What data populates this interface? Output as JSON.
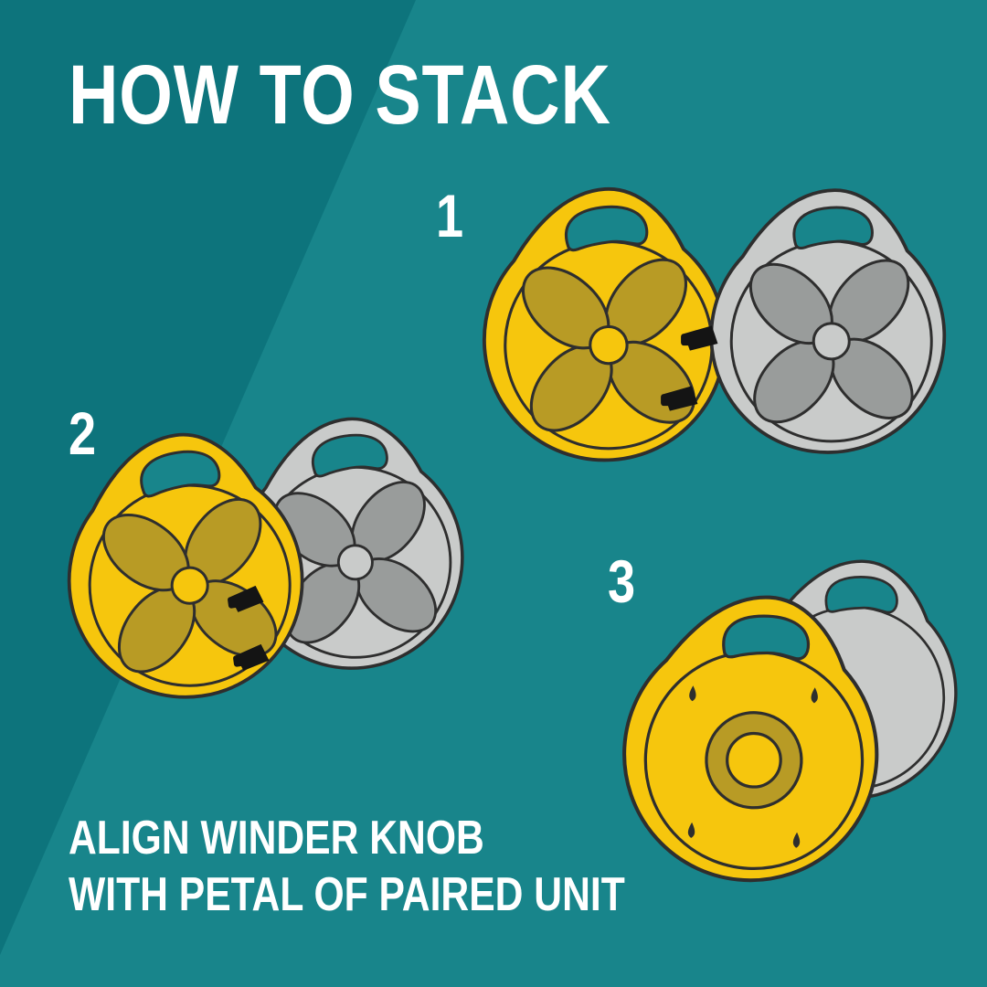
{
  "title": "HOW TO STACK",
  "steps": [
    {
      "number": "1"
    },
    {
      "number": "2"
    },
    {
      "number": "3"
    }
  ],
  "caption": {
    "line1": "ALIGN WINDER KNOB",
    "line2": "WITH PETAL OF PAIRED UNIT"
  },
  "icons": {
    "yellow_reel": "hose-reel-winder-yellow",
    "gray_reel": "hose-reel-winder-gray",
    "knob": "winder-knob"
  },
  "colors": {
    "background": "#18858B",
    "background_dark": "#0D747C",
    "reel_yellow": "#F6C60D",
    "reel_yellow_dark": "#B89B25",
    "reel_gray": "#C9CBCA",
    "reel_gray_dark": "#999C9B",
    "outline": "#2E2E2E",
    "knob": "#141414",
    "text": "#FFFFFF"
  }
}
